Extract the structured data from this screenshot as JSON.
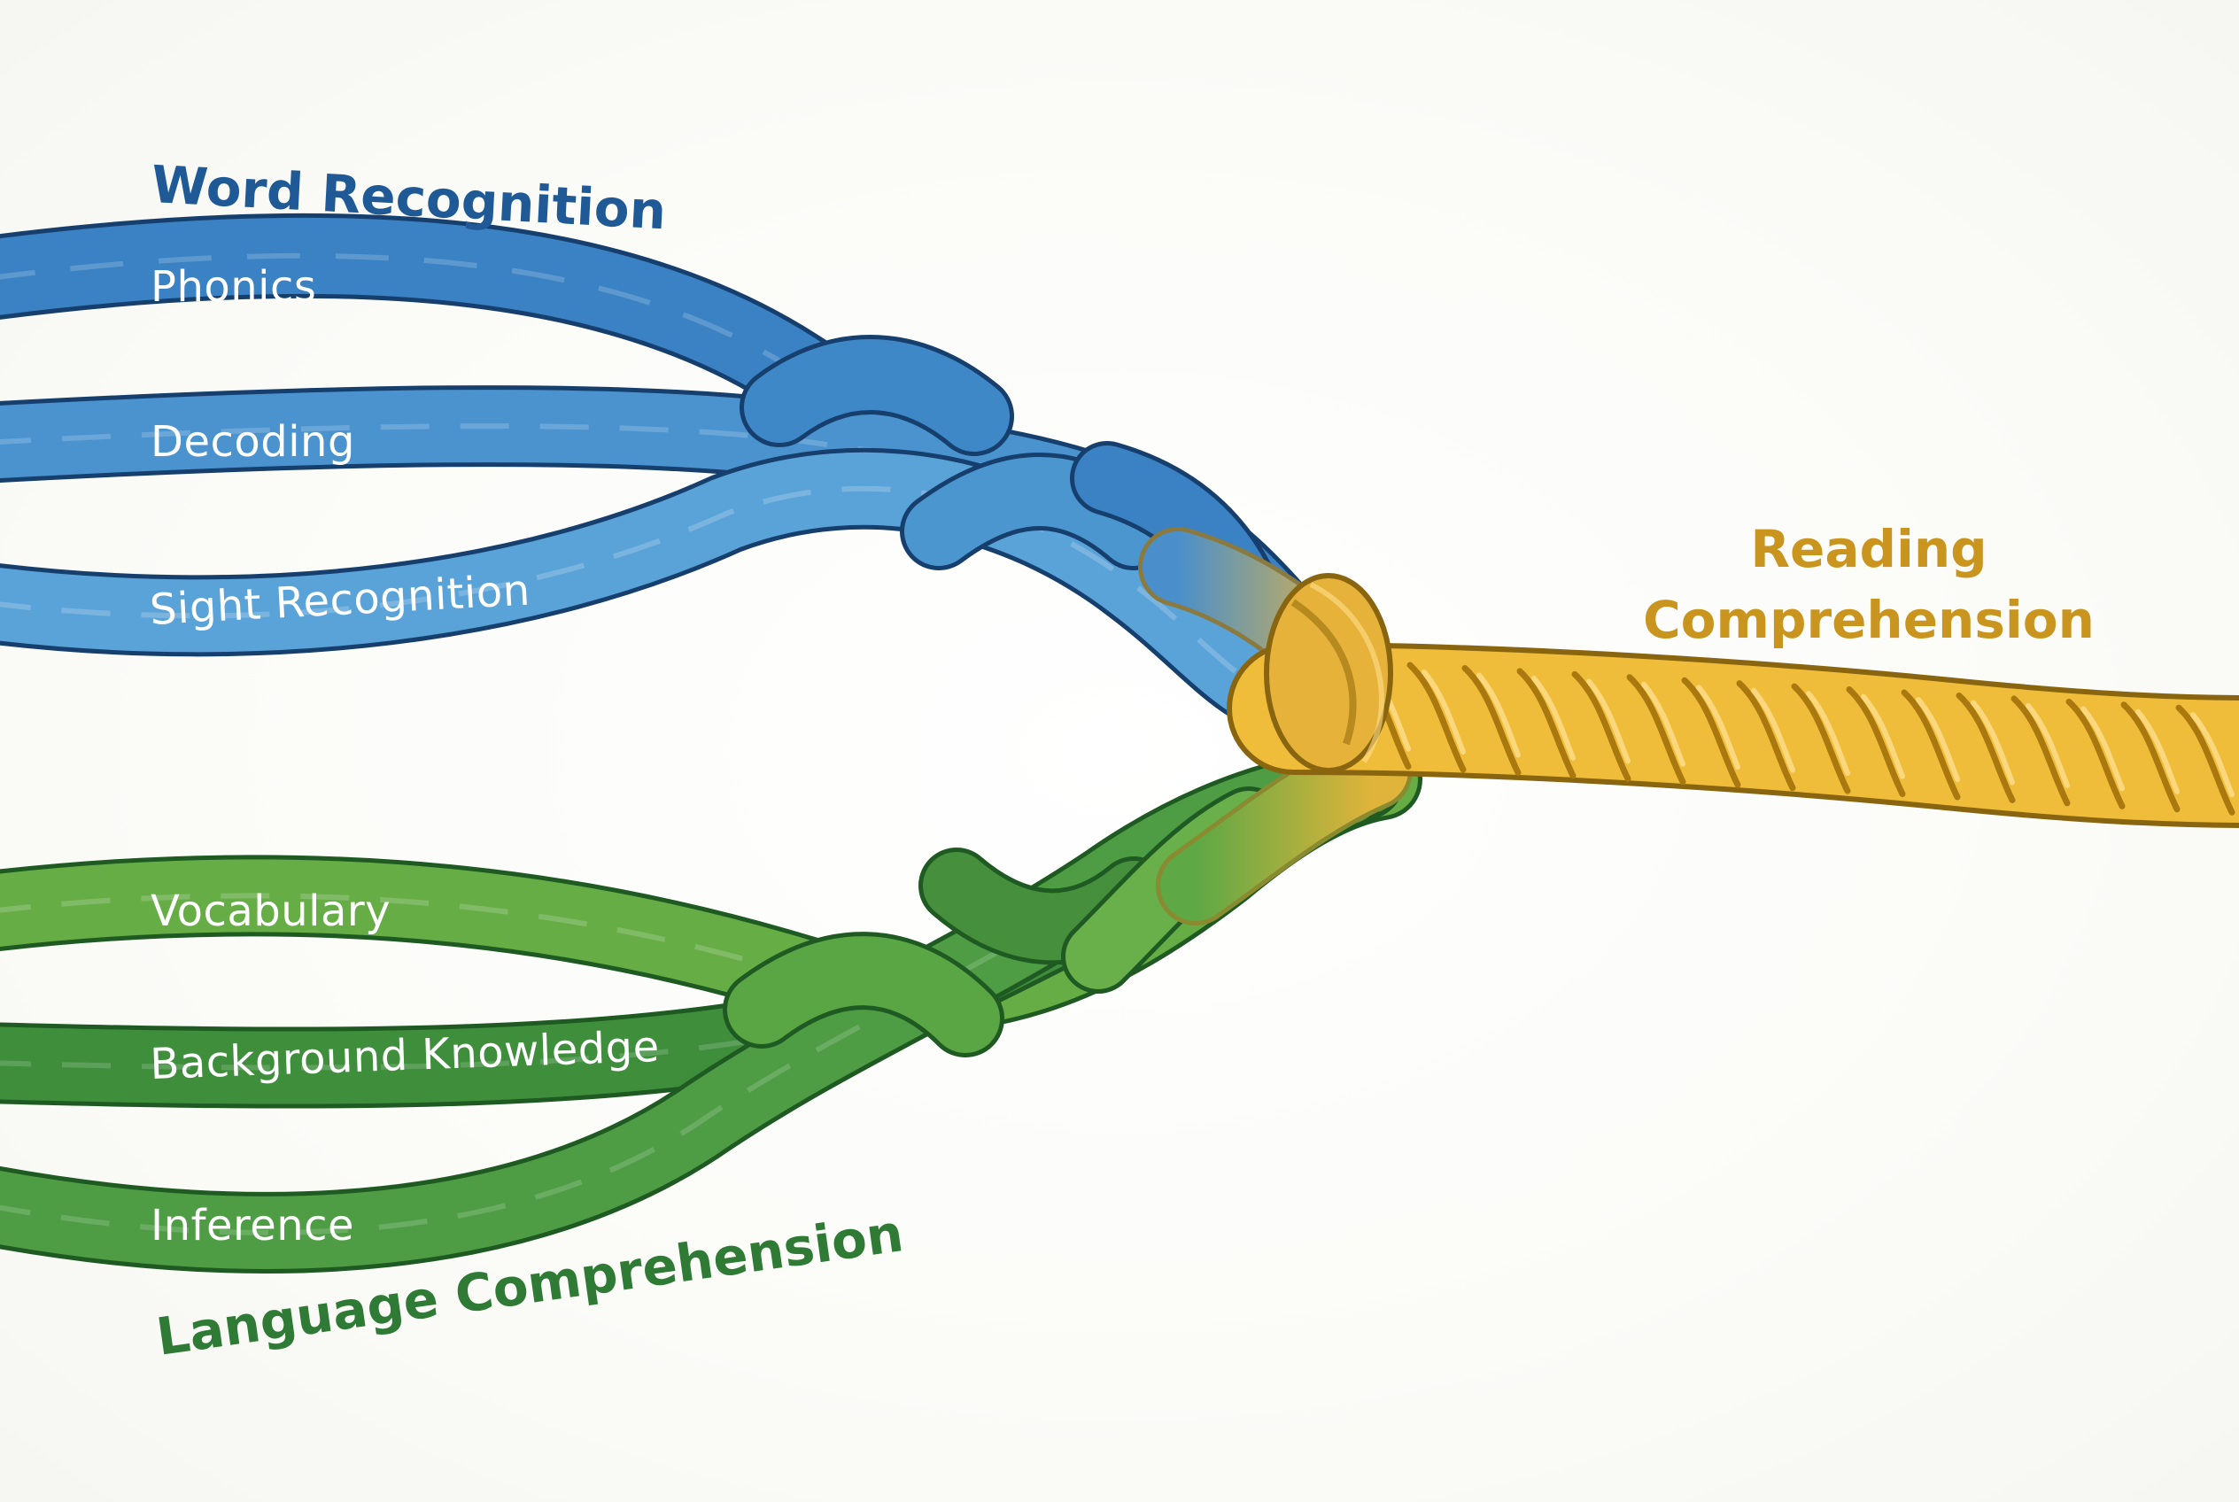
{
  "diagram": {
    "groups": [
      {
        "id": "word-recognition",
        "title": "Word Recognition",
        "color": "#1f5a96",
        "strands": [
          {
            "label": "Phonics",
            "color": "#3a82c4"
          },
          {
            "label": "Decoding",
            "color": "#4a93cf"
          },
          {
            "label": "Sight Recognition",
            "color": "#5aa3d8"
          }
        ]
      },
      {
        "id": "language-comprehension",
        "title": "Language Comprehension",
        "color": "#2f7a35",
        "strands": [
          {
            "label": "Vocabulary",
            "color": "#66ad46"
          },
          {
            "label": "Background Knowledge",
            "color": "#3f8e3c"
          },
          {
            "label": "Inference",
            "color": "#4e9d45"
          }
        ]
      }
    ],
    "result": {
      "line1": "Reading",
      "line2": "Comprehension",
      "color": "#c9951e",
      "rope_color": "#f0bd3a"
    }
  }
}
